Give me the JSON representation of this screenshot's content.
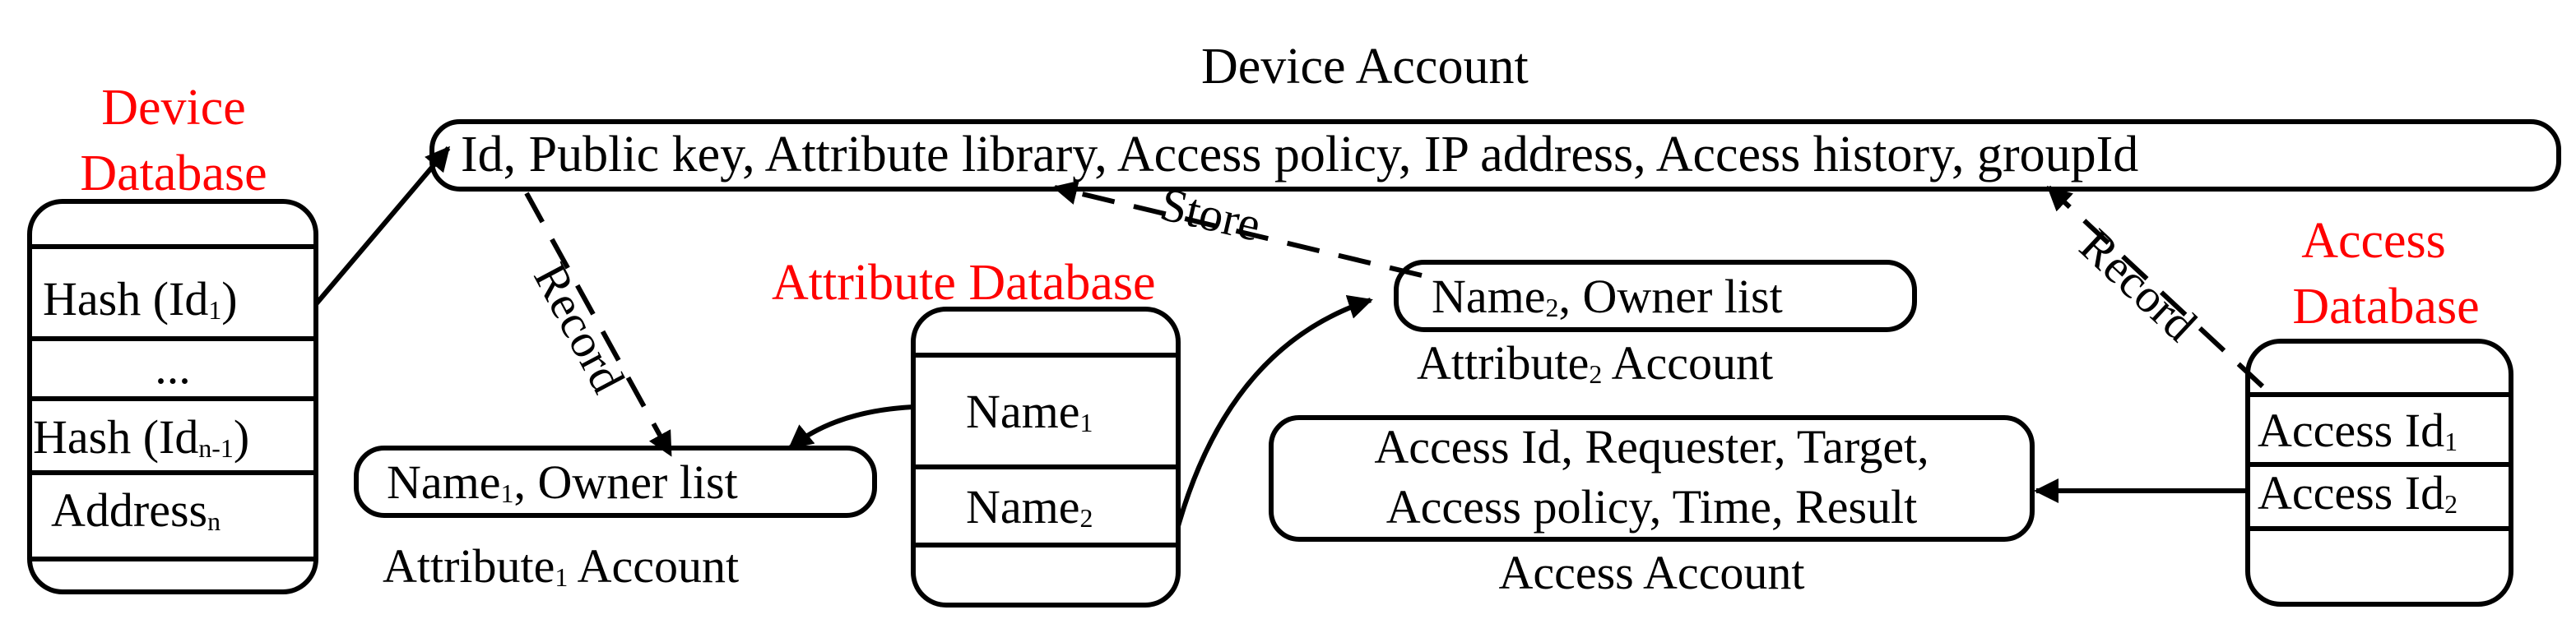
{
  "device_account": {
    "title": "Device Account",
    "fields": "Id, Public key, Attribute library, Access policy, IP address, Access history, groupId"
  },
  "device_database": {
    "title_line1": "Device",
    "title_line2": "Database",
    "rows": [
      {
        "text": "Hash (Id",
        "sub": "1",
        "tail": ")"
      },
      {
        "text": "...",
        "sub": "",
        "tail": ""
      },
      {
        "text": "Hash (Id",
        "sub": "n-1",
        "tail": ")"
      },
      {
        "text": "Address",
        "sub": "n",
        "tail": ""
      }
    ]
  },
  "attribute_database": {
    "title": "Attribute Database",
    "rows": [
      {
        "text": "Name",
        "sub": "1"
      },
      {
        "text": "Name",
        "sub": "2"
      }
    ]
  },
  "attribute1_account": {
    "name": "Name",
    "name_sub": "1",
    "fields": ", Owner list",
    "label_pre": "Attribute",
    "label_sub": "1",
    "label_post": " Account"
  },
  "attribute2_account": {
    "name": "Name",
    "name_sub": "2",
    "fields": ", Owner list",
    "label_pre": "Attribute",
    "label_sub": "2",
    "label_post": " Account"
  },
  "access_database": {
    "title_line1": "Access",
    "title_line2": "Database",
    "rows": [
      {
        "text": "Access Id",
        "sub": "1"
      },
      {
        "text": "Access Id",
        "sub": "2"
      }
    ]
  },
  "access_account": {
    "line1": "Access Id, Requester, Target,",
    "line2": "Access policy, Time, Result",
    "label": "Access Account"
  },
  "edge_labels": {
    "record_left": "Record",
    "store": "Store",
    "record_right": "Record"
  },
  "colors": {
    "title_red": "#ff0000",
    "ink": "#000000",
    "background": "#ffffff"
  }
}
